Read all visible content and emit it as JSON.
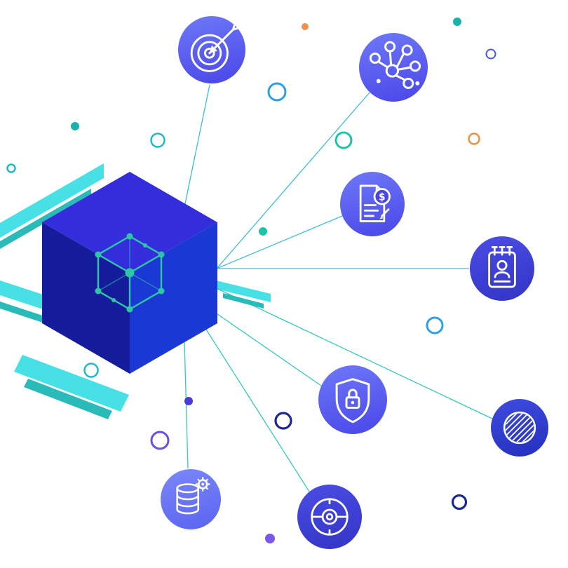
{
  "nodes": [
    {
      "id": "target",
      "icon": "target-arrow-icon"
    },
    {
      "id": "network",
      "icon": "network-nodes-icon"
    },
    {
      "id": "contract",
      "icon": "document-dollar-icon",
      "badge": "$"
    },
    {
      "id": "contacts",
      "icon": "notepad-user-icon"
    },
    {
      "id": "security",
      "icon": "shield-lock-icon"
    },
    {
      "id": "sphere",
      "icon": "hatched-sphere-icon"
    },
    {
      "id": "database",
      "icon": "database-gear-icon"
    },
    {
      "id": "globe",
      "icon": "globe-lens-icon"
    }
  ],
  "center": {
    "id": "cube",
    "icon": "blockchain-wireframe-icon"
  },
  "colors": {
    "cube_top": "#332ddb",
    "cube_left": "#151c9c",
    "cube_right": "#1a38d4",
    "wireframe": "#2ec7a5",
    "node_gradient_top": "#6e79f7",
    "node_gradient_bottom": "#4946e8",
    "node_dark_top": "#3e4bdf",
    "node_dark_bottom": "#2430bd",
    "node_light_top": "#7b87f9",
    "node_light_bottom": "#5a64f0",
    "node_deep_top": "#4a4ce4",
    "node_deep_bottom": "#3335c6",
    "connector": "#2cb4d8",
    "connector_teal": "#1fc3b2",
    "streak_cyan": "#27dbe0",
    "streak_teal": "#13b3b0",
    "dot_orange": "#ee8f4b",
    "dot_teal": "#17b3ac",
    "dot_purple": "#7b57ee",
    "dot_indigo": "#4a3ad8",
    "ring_teal": "#23b8c8",
    "ring_green": "#1dc4a8",
    "ring_blue": "#2f9fe3",
    "ring_indigo": "#4956e8",
    "ring_orange": "#e89140",
    "ring_navy": "#1b2793",
    "ring_purple": "#6a4fe0",
    "icon_stroke": "#ffffff"
  }
}
